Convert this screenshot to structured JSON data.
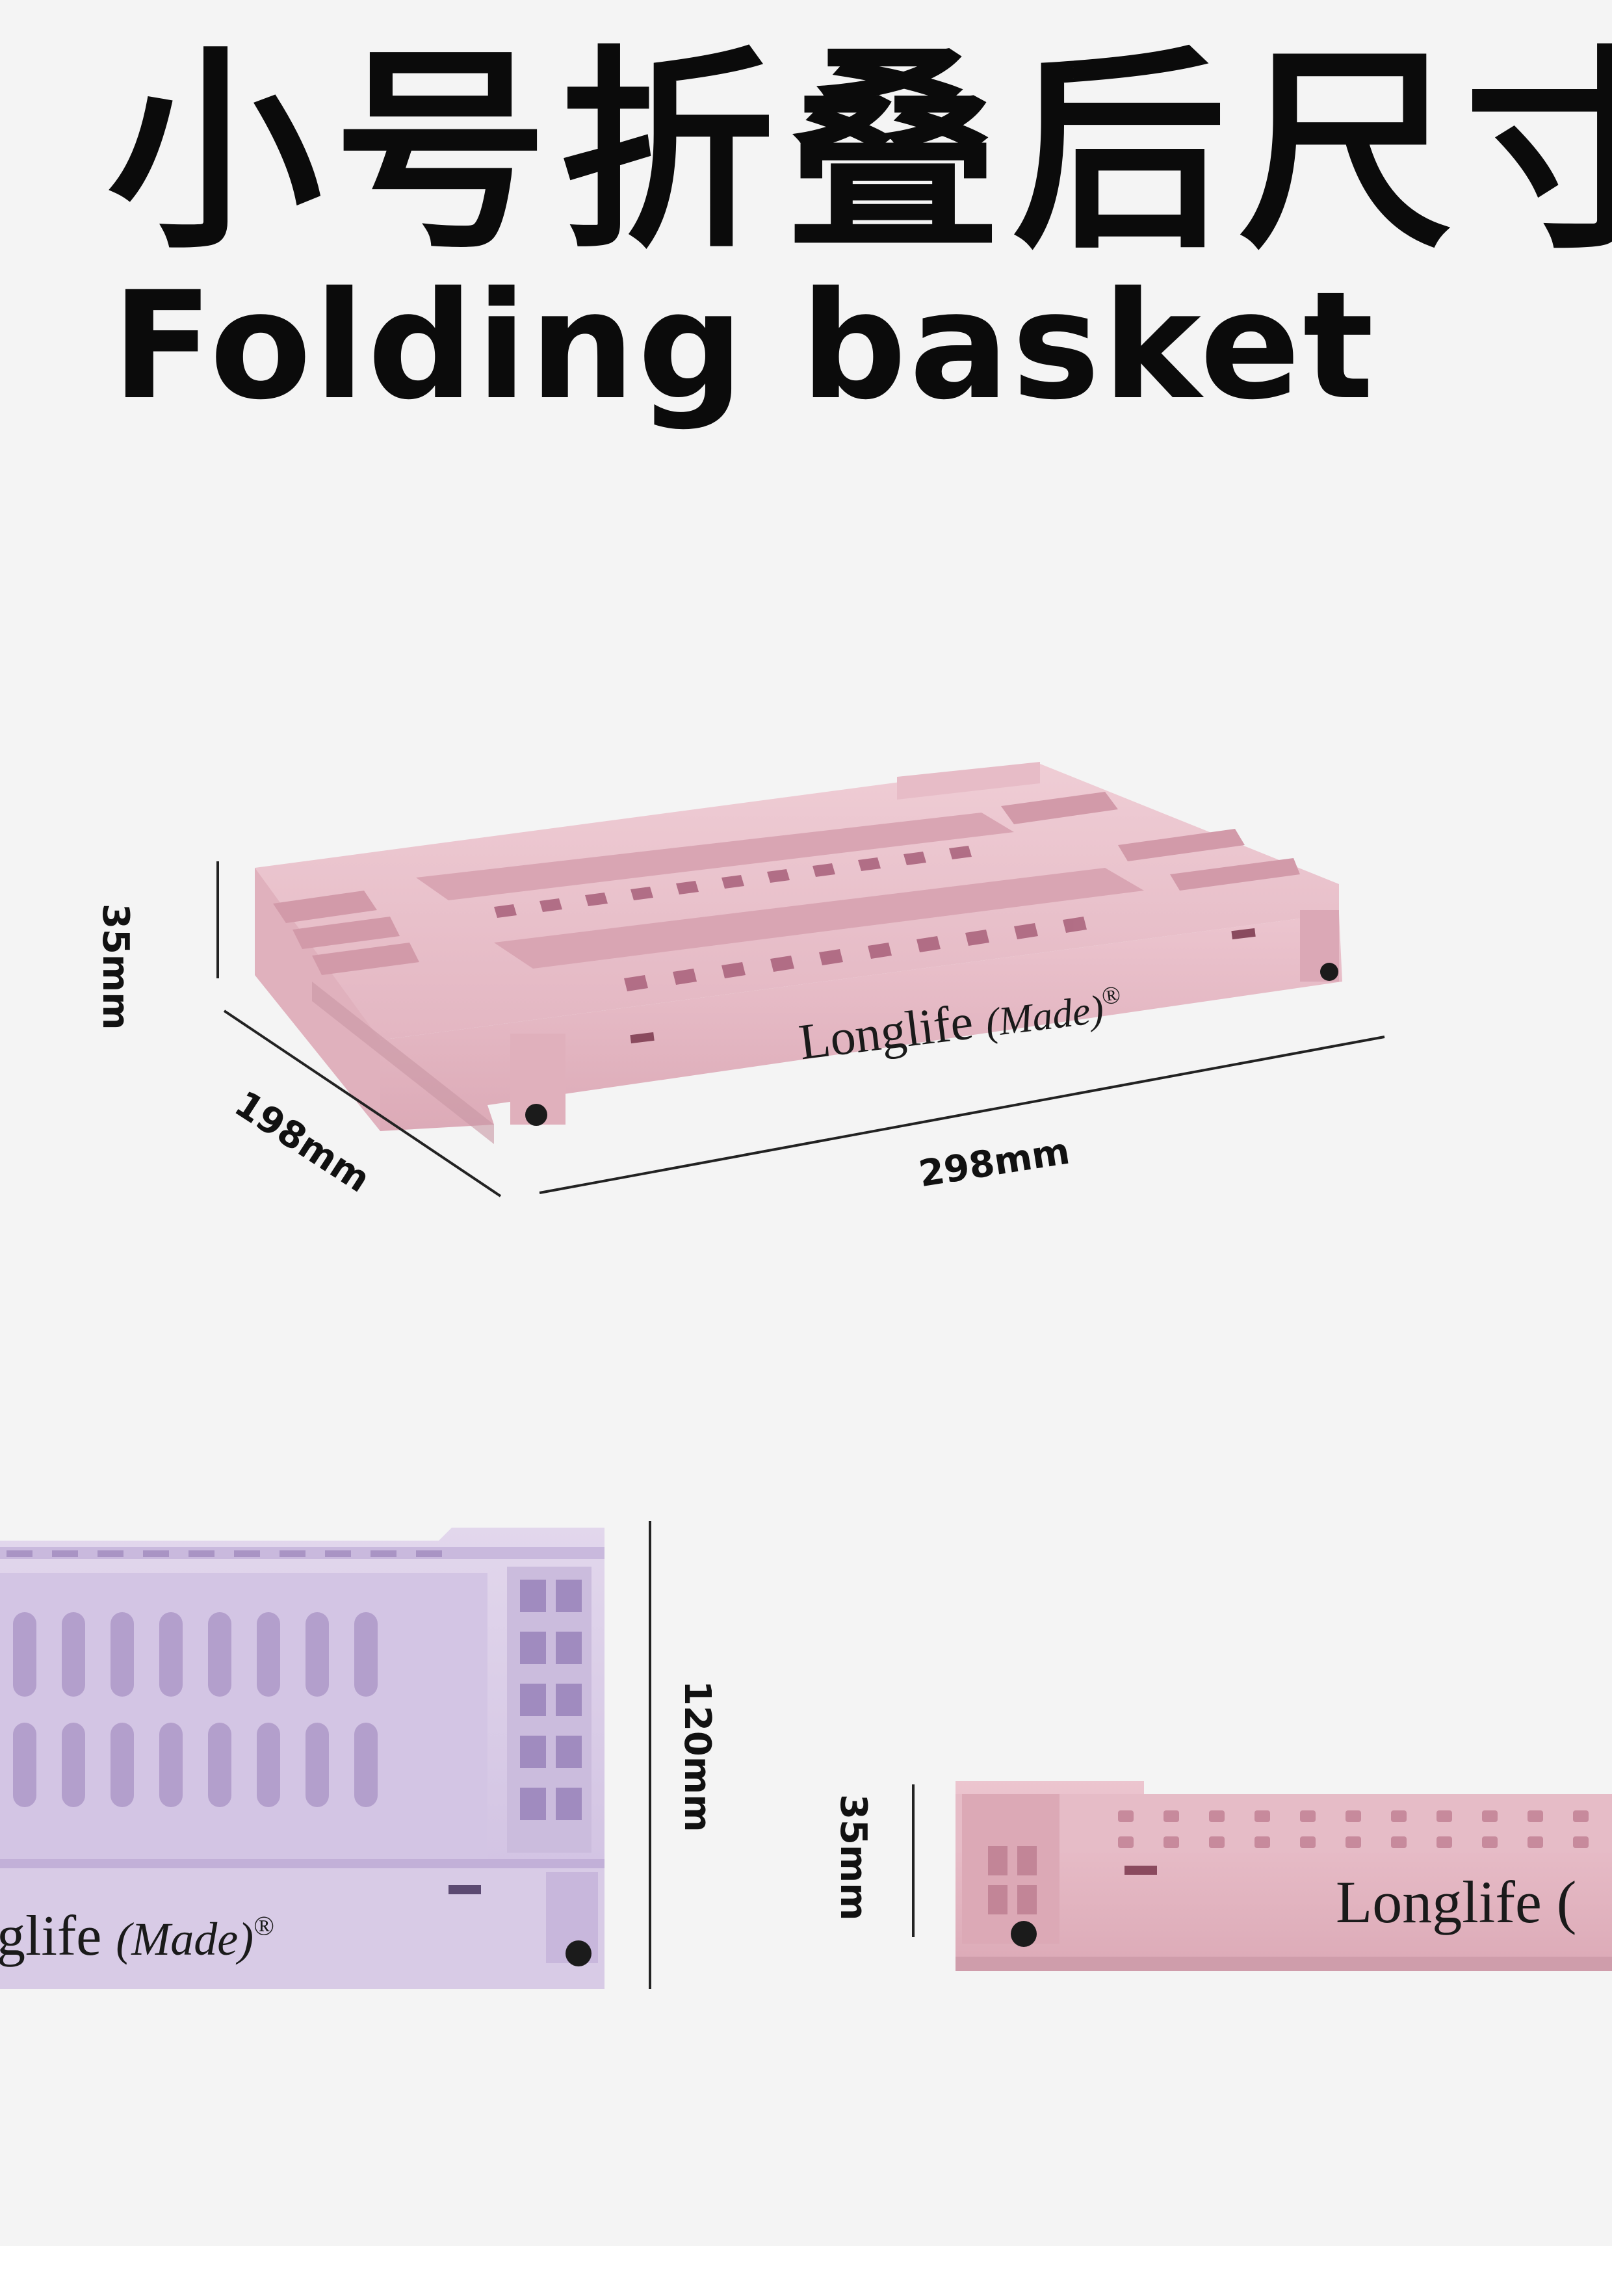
{
  "heading": {
    "chinese": "小号折叠后尺寸",
    "english": "Folding basket"
  },
  "dimensions": {
    "top_height": "35mm",
    "top_depth": "198mm",
    "top_length": "298mm",
    "bottom_height_open": "120mm",
    "bottom_height_folded": "35mm"
  },
  "brand": {
    "name": "Longlife",
    "suffix": "(Made)",
    "mark": "®",
    "partial_left": "glife",
    "partial_right": "Longlife ("
  },
  "colors": {
    "background": "#f4f4f4",
    "pink_basket": "#e9c2cc",
    "pink_shadow": "#d4a3b0",
    "lilac_basket": "#d9cde6",
    "lilac_shadow": "#bba9d1"
  }
}
